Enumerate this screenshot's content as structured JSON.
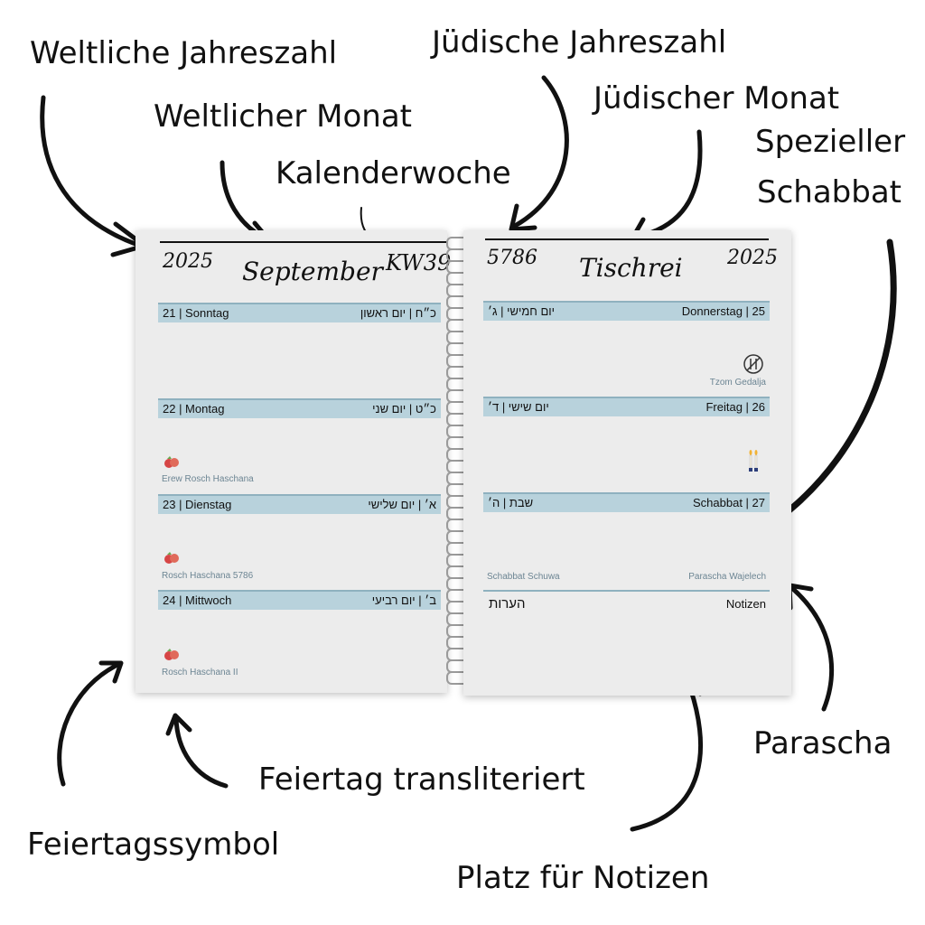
{
  "annotations": {
    "weltliche_jahreszahl": "Weltliche Jahreszahl",
    "weltlicher_monat": "Weltlicher Monat",
    "kalenderwoche": "Kalenderwoche",
    "juedische_jahreszahl": "Jüdische Jahreszahl",
    "juedischer_monat": "Jüdischer Monat",
    "spezieller": "Spezieller",
    "schabbat": "Schabbat",
    "parascha": "Parascha",
    "feiertag_transliteriert": "Feiertag transliteriert",
    "feiertagssymbol": "Feiertagssymbol",
    "platz_fuer_notizen": "Platz für Notizen"
  },
  "left_page": {
    "year": "2025",
    "month": "September",
    "week": "KW39",
    "days": [
      {
        "left": "21 | Sonntag",
        "right": "כ״ח | יום ראשון",
        "holiday": ""
      },
      {
        "left": "22 | Montag",
        "right": "כ״ט | יום שני",
        "holiday": "Erew Rosch Haschana"
      },
      {
        "left": "23 | Dienstag",
        "right": "א׳ | יום שלישי",
        "holiday": "Rosch Haschana 5786"
      },
      {
        "left": "24 | Mittwoch",
        "right": "ב׳ | יום רביעי",
        "holiday": "Rosch Haschana II"
      }
    ]
  },
  "right_page": {
    "jewish_year": "5786",
    "jewish_month": "Tischrei",
    "year": "2025",
    "days": [
      {
        "left": "יום חמישי | ג׳",
        "right": "Donnerstag | 25",
        "note": "Tzom Gedalja"
      },
      {
        "left": "יום שישי | ד׳",
        "right": "Freitag | 26",
        "note": ""
      },
      {
        "left": "שבת | ה׳",
        "right": "Schabbat | 27",
        "note_left": "Schabbat Schuwa",
        "note_right": "Parascha Wajelech"
      }
    ],
    "notes_hebrew": "הערות",
    "notes_label": "Notizen"
  },
  "colors": {
    "header_band": "#b8d2dc",
    "page": "#ececec",
    "note_text": "#6c8593"
  }
}
